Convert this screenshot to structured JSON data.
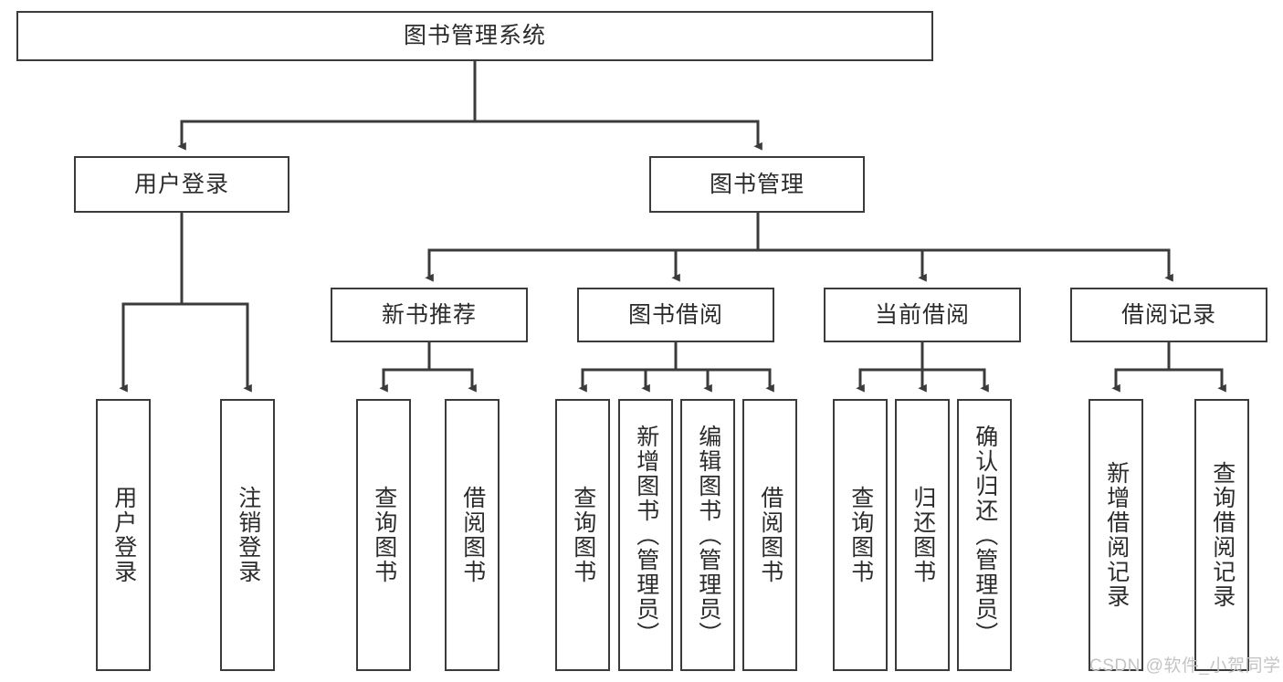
{
  "diagram": {
    "title": "图书管理系统",
    "type": "tree-hierarchy-diagram",
    "watermark": "CSDN @软件_小贺同学",
    "colors": {
      "box_border": "#3b3b3b",
      "box_fill": "#ffffff",
      "edge": "#3b3b3b",
      "text": "#2b2b2b",
      "watermark": "#c4c4c4",
      "background": "#ffffff"
    },
    "nodes": {
      "root": {
        "label": "图书管理系统"
      },
      "level2": [
        {
          "label": "用户登录"
        },
        {
          "label": "图书管理"
        }
      ],
      "level3": [
        {
          "label": "新书推荐"
        },
        {
          "label": "图书借阅"
        },
        {
          "label": "当前借阅"
        },
        {
          "label": "借阅记录"
        }
      ],
      "leaves": {
        "user_login": [
          {
            "label": "用户登录"
          },
          {
            "label": "注销登录"
          }
        ],
        "new_book_recommend": [
          {
            "label": "查询图书"
          },
          {
            "label": "借阅图书"
          }
        ],
        "book_borrow": [
          {
            "label": "查询图书"
          },
          {
            "label": "新增图书（管理员）"
          },
          {
            "label": "编辑图书（管理员）"
          },
          {
            "label": "借阅图书"
          }
        ],
        "current_borrow": [
          {
            "label": "查询图书"
          },
          {
            "label": "归还图书"
          },
          {
            "label": "确认归还（管理员）"
          }
        ],
        "borrow_record": [
          {
            "label": "新增借阅记录"
          },
          {
            "label": "查询借阅记录"
          }
        ]
      }
    }
  }
}
